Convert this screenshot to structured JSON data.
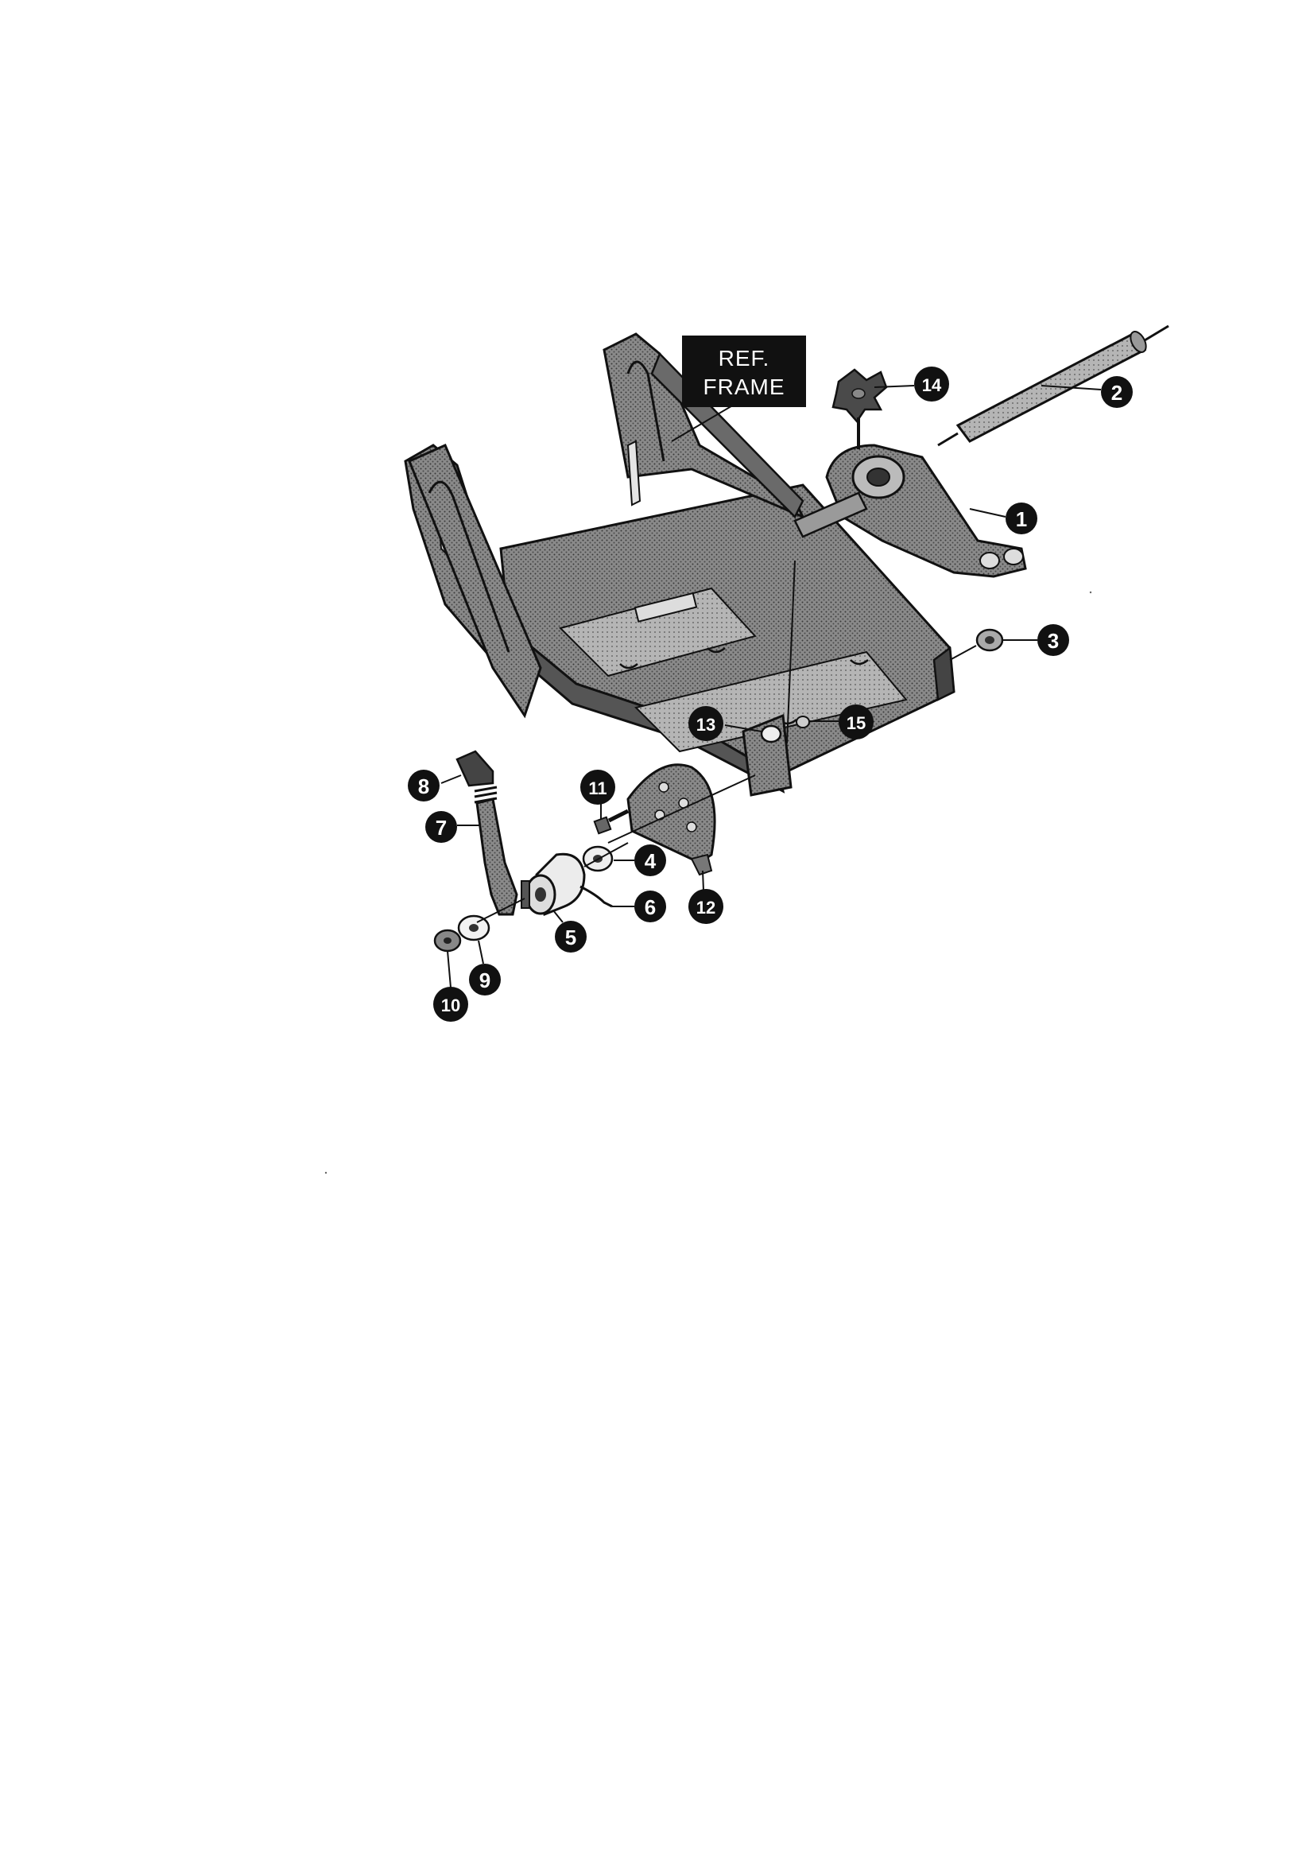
{
  "ref_label": {
    "line1": "REF.",
    "line2": "FRAME"
  },
  "callouts": [
    {
      "id": "c1",
      "label": "1"
    },
    {
      "id": "c2",
      "label": "2"
    },
    {
      "id": "c3",
      "label": "3"
    },
    {
      "id": "c4",
      "label": "4"
    },
    {
      "id": "c5",
      "label": "5"
    },
    {
      "id": "c6",
      "label": "6"
    },
    {
      "id": "c7",
      "label": "7"
    },
    {
      "id": "c8",
      "label": "8"
    },
    {
      "id": "c9",
      "label": "9"
    },
    {
      "id": "c10",
      "label": "10"
    },
    {
      "id": "c11",
      "label": "11"
    },
    {
      "id": "c12",
      "label": "12"
    },
    {
      "id": "c13",
      "label": "13"
    },
    {
      "id": "c14",
      "label": "14"
    },
    {
      "id": "c15",
      "label": "15"
    }
  ],
  "colors": {
    "ink": "#111111",
    "frame_fill": "#7a7a7a",
    "light_fill": "#d8d8d8",
    "paper": "#ffffff"
  }
}
